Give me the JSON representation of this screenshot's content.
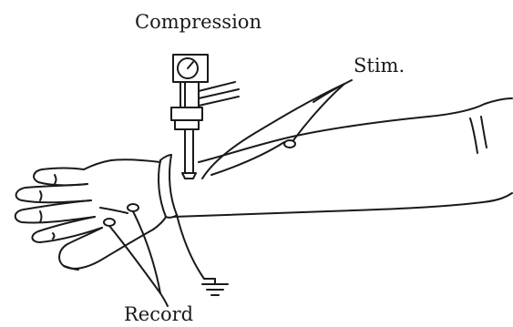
{
  "figure": {
    "labels": {
      "compression": "Compression",
      "stimulation": "Stim.",
      "recording": "Record"
    },
    "colors": {
      "ink": "#1a1a1a",
      "background": "#ffffff"
    },
    "icons": [
      "pressure-gauge-icon",
      "stimulating-electrode-icon",
      "recording-electrode-icon",
      "ground-symbol-icon"
    ]
  }
}
